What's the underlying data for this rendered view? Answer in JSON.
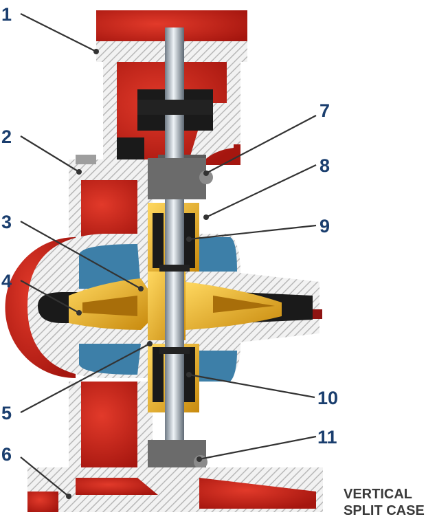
{
  "colors": {
    "casing": "#c8201c",
    "casing_dark": "#8e1412",
    "section_hatch": "#e6e6e6",
    "void": "#1a1a1a",
    "impeller": "#e8b21c",
    "impeller_dark": "#a86e0a",
    "water": "#3d7fa8",
    "shaft": "#cfd8e0",
    "callout": "#1a3e6e"
  },
  "callouts": [
    "1",
    "2",
    "3",
    "4",
    "5",
    "6",
    "7",
    "8",
    "9",
    "10",
    "11"
  ],
  "caption": {
    "line1": "VERTICAL",
    "line2": "SPLIT CASE"
  }
}
